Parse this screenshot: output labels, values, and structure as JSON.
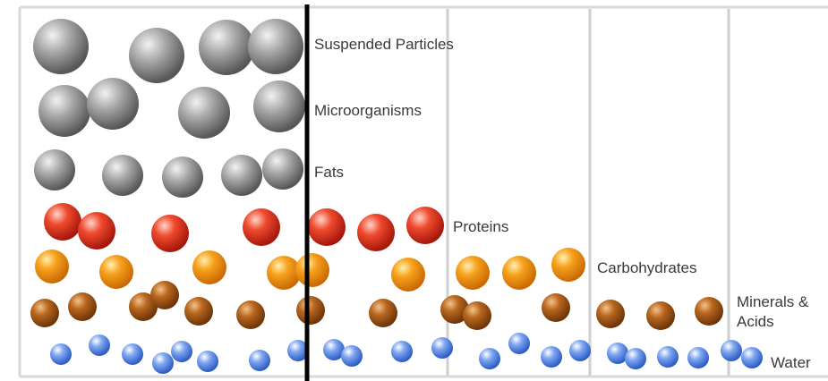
{
  "labels": {
    "suspended": "Suspended Particles",
    "micro": "Microorganisms",
    "fats": "Fats",
    "proteins": "Proteins",
    "carbs": "Carbohydrates",
    "minerals": "Minerals & Acids",
    "water": "Water"
  },
  "colors": {
    "gray": "#8f8f8f",
    "red": "#e2412a",
    "orange": "#f39a1a",
    "brown": "#b0611f",
    "blue": "#5b8ee6",
    "divider": "#cfcfcf",
    "membrane": "#000000"
  }
}
